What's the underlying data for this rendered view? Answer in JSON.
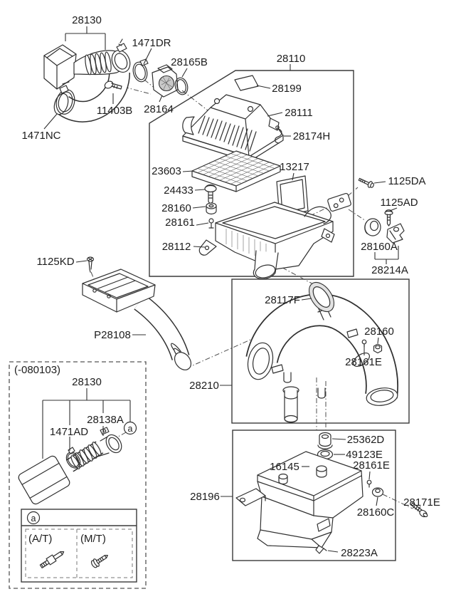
{
  "diagram": {
    "type": "exploded-parts-diagram",
    "subject": "engine air intake and air cleaner system",
    "background_color": "#ffffff",
    "line_color": "#303030",
    "label_color": "#1d1d1d",
    "labels": {
      "l28130_top": "28130",
      "l1471dr": "1471DR",
      "l28165b": "28165B",
      "l11403b": "11403B",
      "l28164": "28164",
      "l1471nc": "1471NC",
      "l28110": "28110",
      "l28199": "28199",
      "l28111": "28111",
      "l28174h": "28174H",
      "l23603": "23603",
      "l13217": "13217",
      "l24433": "24433",
      "l28160": "28160",
      "l28161": "28161",
      "l28112": "28112",
      "l1125da": "1125DA",
      "l1125ad": "1125AD",
      "l28160a": "28160A",
      "l28214a": "28214A",
      "l1125kd": "1125KD",
      "lp28108": "P28108",
      "l28210": "28210",
      "l28117f": "28117F",
      "l28160_duct": "28160",
      "l28161e_duct": "28161E",
      "l_note_date": "(-080103)",
      "l28130_bottom": "28130",
      "l28138a": "28138A",
      "l1471ad": "1471AD",
      "l_marker_a": "a",
      "l25362d": "25362D",
      "l49123e": "49123E",
      "l16145": "16145",
      "l28161e_res": "28161E",
      "l28196": "28196",
      "l28171e": "28171E",
      "l28160c": "28160C",
      "l28223a": "28223A",
      "l_legend_a": "a",
      "l_legend_at": "(A/T)",
      "l_legend_mt": "(M/T)"
    }
  }
}
